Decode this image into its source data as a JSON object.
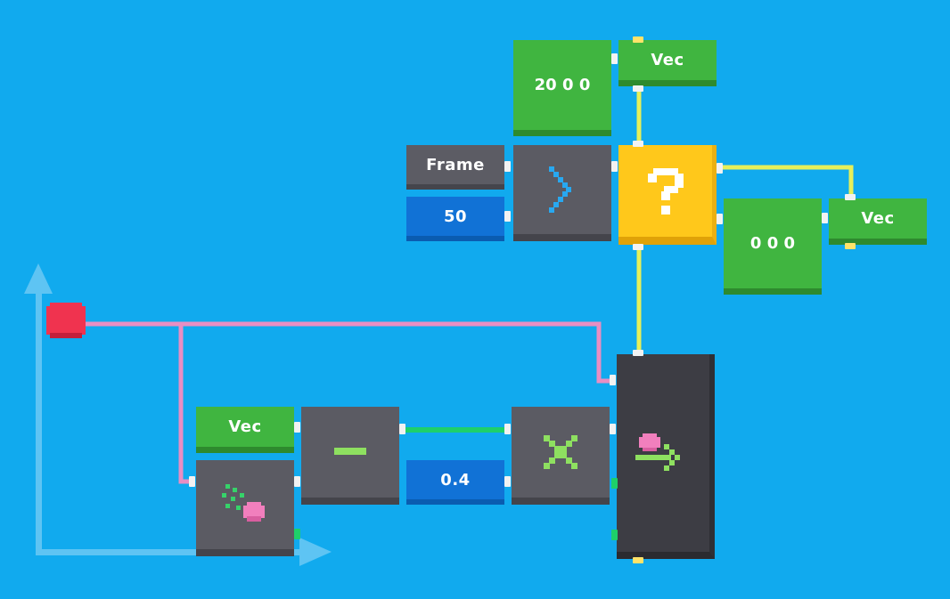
{
  "nodes": {
    "vec_top": {
      "label": "Vec"
    },
    "vector_20_0_0": {
      "values": [
        "20",
        "0",
        "0"
      ]
    },
    "frame": {
      "label": "Frame"
    },
    "num_50": {
      "value": "50"
    },
    "compare_gt": {
      "symbol": ">"
    },
    "if_node": {
      "symbol": "?"
    },
    "vector_0_0_0": {
      "values": [
        "0",
        "0",
        "0"
      ]
    },
    "vec_right": {
      "label": "Vec"
    },
    "vec_bottom": {
      "label": "Vec"
    },
    "subtract": {
      "symbol": "−"
    },
    "num_04": {
      "value": "0.4"
    },
    "multiply": {
      "symbol": "×"
    }
  },
  "colors": {
    "background": "#11aaee",
    "vector_green": "#40b540",
    "operator_gray": "#5b5b63",
    "number_blue": "#1172d6",
    "if_yellow": "#ffc81b",
    "wire_yellow": "#e6f05a",
    "wire_pink": "#e98ec3",
    "wire_green": "#1ed06a",
    "target_red": "#f0334f",
    "pink_icon": "#f17fbd"
  },
  "icons": [
    "greater-than-icon",
    "question-mark-icon",
    "minus-icon",
    "multiply-icon",
    "pixel-ball-icon",
    "move-to-icon",
    "axis-arrows-icon",
    "target-cube-icon"
  ]
}
